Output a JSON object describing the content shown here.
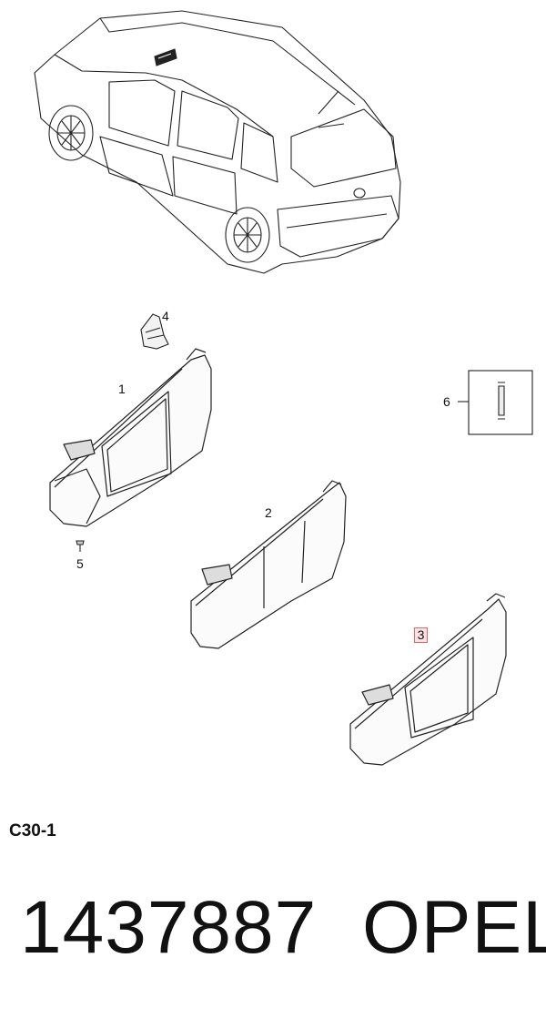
{
  "diagram": {
    "callouts": {
      "visor_mirror_left": "1",
      "visor_plain": "2",
      "visor_mirror_right": "3",
      "clip": "4",
      "screw": "5",
      "bulb": "6"
    },
    "highlighted_callout": "3"
  },
  "footer": {
    "section_code": "C30-1",
    "part_number": "1437887",
    "brand": "OPEL"
  },
  "colors": {
    "line": "#222222",
    "highlight_fill": "#fbe3e3",
    "highlight_border": "#e06a6a"
  }
}
